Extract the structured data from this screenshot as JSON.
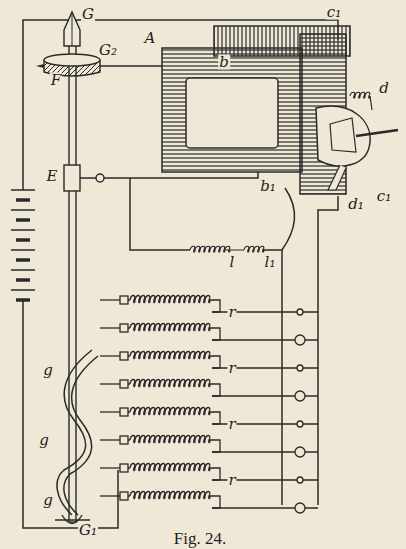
{
  "diagram": {
    "caption": "Fig. 24.",
    "labels": [
      "G",
      "G₂",
      "F",
      "A",
      "b",
      "c₁",
      "d",
      "c₁",
      "d₁",
      "b₁",
      "E",
      "l",
      "l₁",
      "r",
      "r",
      "r",
      "r",
      "g",
      "g",
      "g",
      "G₁"
    ]
  }
}
